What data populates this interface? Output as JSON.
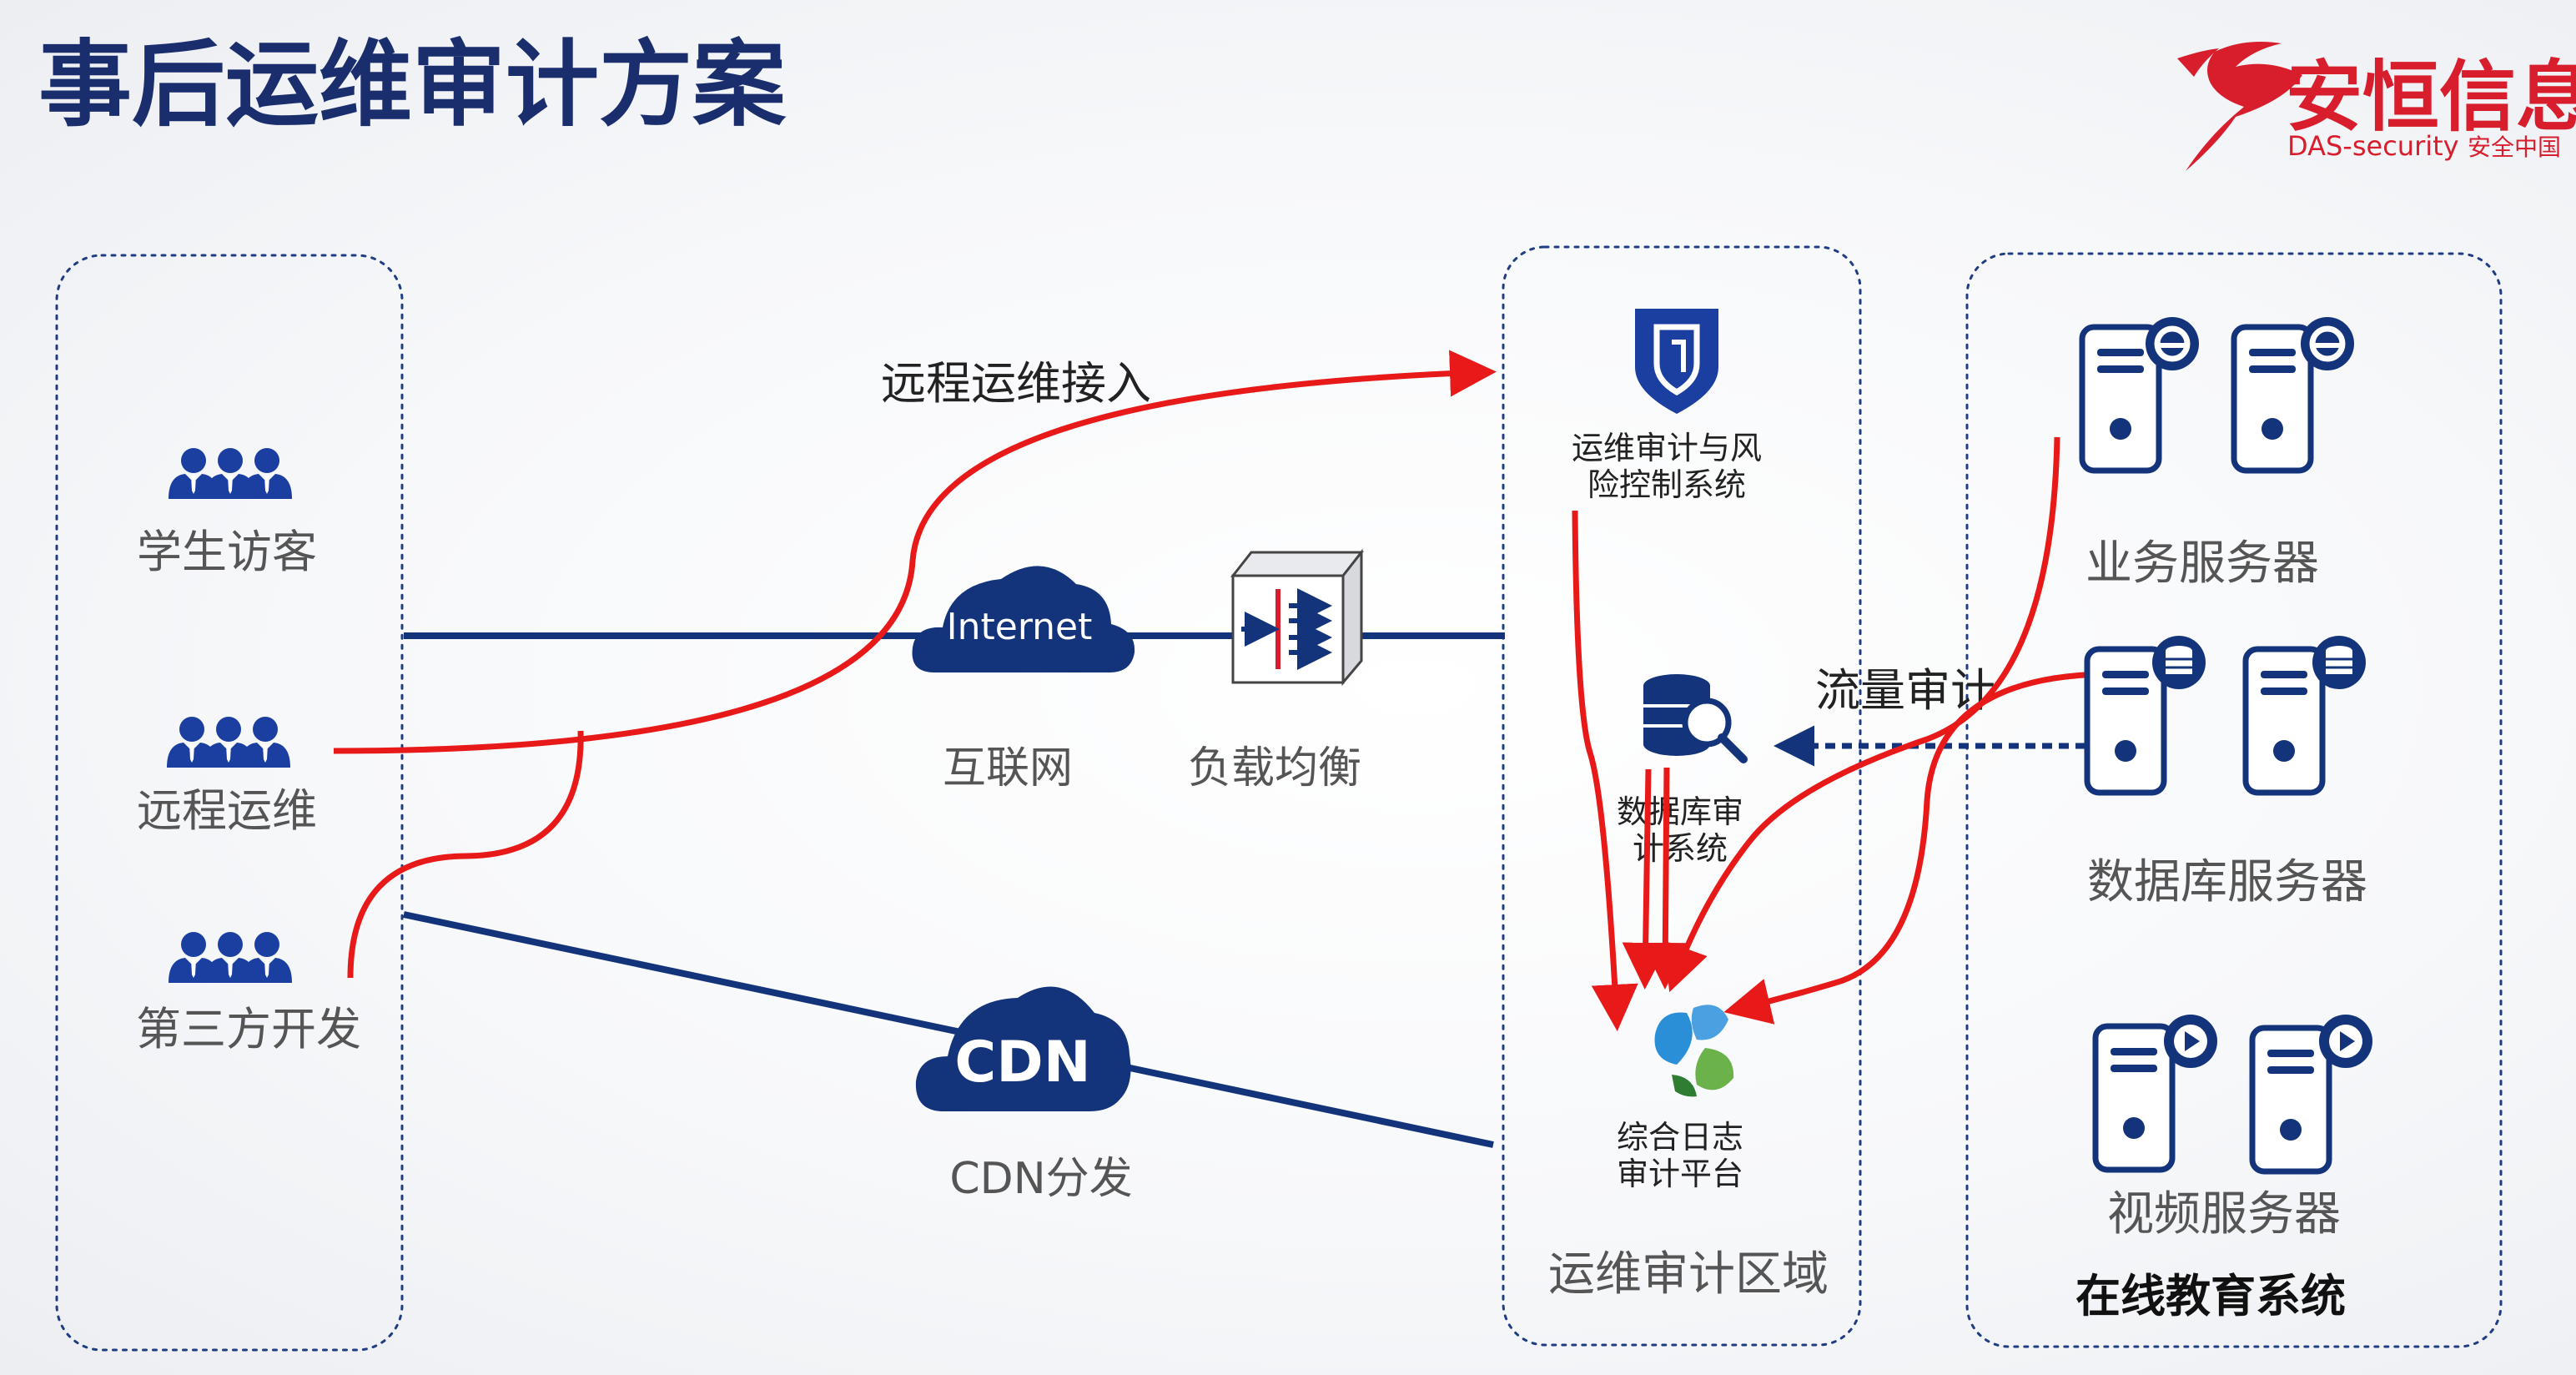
{
  "page": {
    "title": "事后运维审计方案"
  },
  "brand": {
    "name": "安恒信息",
    "sub_en": "DAS-security",
    "sub_cn": "安全中国",
    "color": "#d81e2d"
  },
  "colors": {
    "navy": "#13337a",
    "red": "#e81919",
    "border": "#1f3d82",
    "text": "#555555"
  },
  "users": [
    {
      "label": "学生访客"
    },
    {
      "label": "远程运维"
    },
    {
      "label": "第三方开发"
    }
  ],
  "network": {
    "internet_cloud": "Internet",
    "internet_label": "互联网",
    "lb_label": "负载均衡",
    "cdn_cloud": "CDN",
    "cdn_label": "CDN分发",
    "remote_access": "远程运维接入",
    "traffic_audit": "流量审计"
  },
  "audit_zone": {
    "label": "运维审计区域",
    "bastion": [
      "运维审计与风",
      "险控制系统"
    ],
    "db_audit": [
      "数据库审",
      "计系统"
    ],
    "log_platform": [
      "综合日志",
      "审计平台"
    ]
  },
  "system": {
    "label": "在线教育系统",
    "business_servers": "业务服务器",
    "db_servers": "数据库服务器",
    "video_servers": "视频服务器"
  }
}
